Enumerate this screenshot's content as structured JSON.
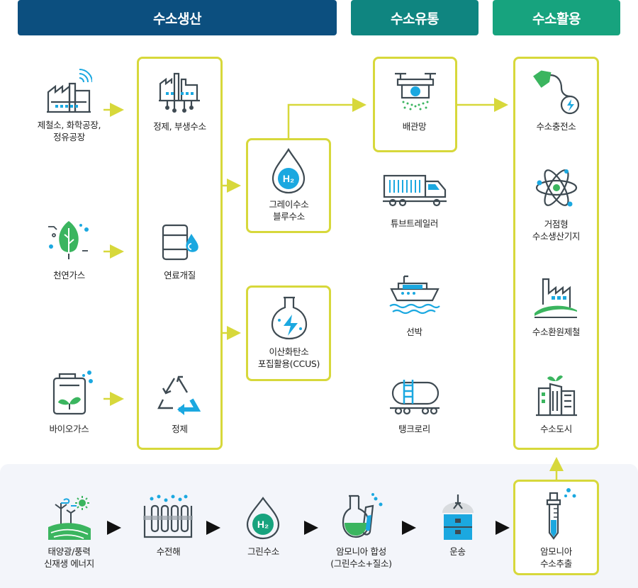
{
  "headers": {
    "production": "수소생산",
    "distribution": "수소유통",
    "utilization": "수소활용"
  },
  "sources": {
    "steel": "제철소, 화학공장,\n정유공장",
    "natural_gas": "천연가스",
    "biogas": "바이오가스"
  },
  "processes": {
    "purify_byproduct": "정제, 부생수소",
    "fuel_reforming": "연료개질",
    "purify": "정제"
  },
  "hydrogen_types": {
    "grey_blue": "그레이수소\n블루수소",
    "h2_symbol": "H₂",
    "ccus": "이산화탄소\n포집활용(CCUS)"
  },
  "distribution_items": {
    "pipeline": "배관망",
    "tube_trailer": "튜브트레일러",
    "ship": "선박",
    "tank_lorry": "탱크로리"
  },
  "utilization_items": {
    "charging_station": "수소충전소",
    "production_base": "거점형\n수소생산기지",
    "steelmaking": "수소환원제철",
    "city": "수소도시"
  },
  "green_flow": {
    "renewable": "태양광/풍력\n신재생 에너지",
    "electrolysis": "수전해",
    "green_hydrogen": "그린수소",
    "ammonia_synthesis": "암모니아 합성\n(그린수소+질소)",
    "transport": "운송",
    "ammonia_extraction": "암모니아\n수소추출"
  },
  "colors": {
    "production_header": "#0c4f7f",
    "distribution_header": "#0f8580",
    "utilization_header": "#17a37e",
    "frame_yellow": "#d7d83b",
    "icon_blue": "#1ba8e0",
    "icon_green": "#3bb55f",
    "icon_dark": "#3e4a52"
  }
}
